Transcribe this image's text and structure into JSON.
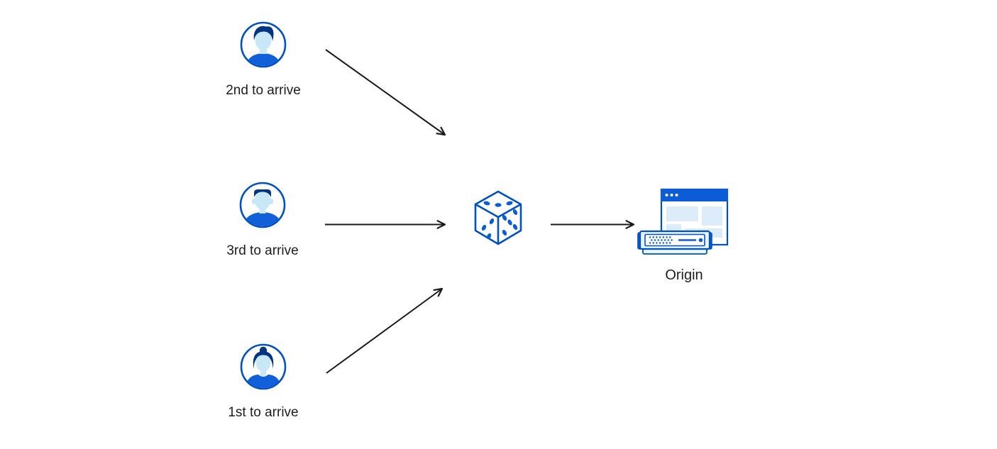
{
  "diagram": {
    "clients": [
      {
        "label": "2nd to arrive",
        "icon": "man-swept-hair-avatar-icon"
      },
      {
        "label": "3rd to arrive",
        "icon": "man-flat-top-avatar-icon"
      },
      {
        "label": "1st to arrive",
        "icon": "woman-bun-avatar-icon"
      }
    ],
    "random_selector": {
      "icon": "dice-icon"
    },
    "origin": {
      "label": "Origin",
      "icon": "origin-browser-server-icon"
    },
    "arrows": [
      {
        "from": "client-2nd-to-arrive",
        "to": "dice"
      },
      {
        "from": "client-3rd-to-arrive",
        "to": "dice"
      },
      {
        "from": "client-1st-to-arrive",
        "to": "dice"
      },
      {
        "from": "dice",
        "to": "origin"
      }
    ]
  },
  "colors": {
    "accent_blue_stroke": "#0051C3",
    "fill_blue": "#0B5CD6",
    "dark_navy_hair": "#003681",
    "skin_light_blue": "#C9E8F7",
    "panel_light_blue": "#DCEDF9",
    "server_light_blue": "#EAF4FC",
    "arrow_black": "#1A1A1A",
    "label_text": "#1D1D1F",
    "background": "#FFFFFF"
  }
}
